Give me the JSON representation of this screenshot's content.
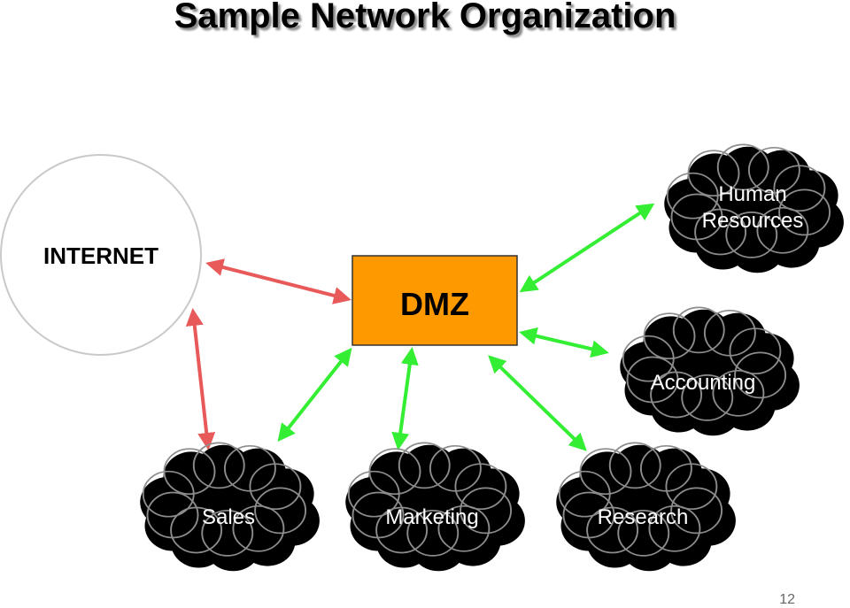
{
  "title": "Sample Network Organization",
  "page_number": "12",
  "colors": {
    "internet_link": "#e85a5a",
    "internal_link": "#33ee33",
    "dmz_fill": "#ff9900",
    "cloud_fill": "#000000"
  },
  "nodes": {
    "internet": "INTERNET",
    "dmz": "DMZ",
    "human_resources": [
      "Human",
      "Resources"
    ],
    "accounting": "Accounting",
    "sales": "Sales",
    "marketing": "Marketing",
    "research": "Research"
  }
}
